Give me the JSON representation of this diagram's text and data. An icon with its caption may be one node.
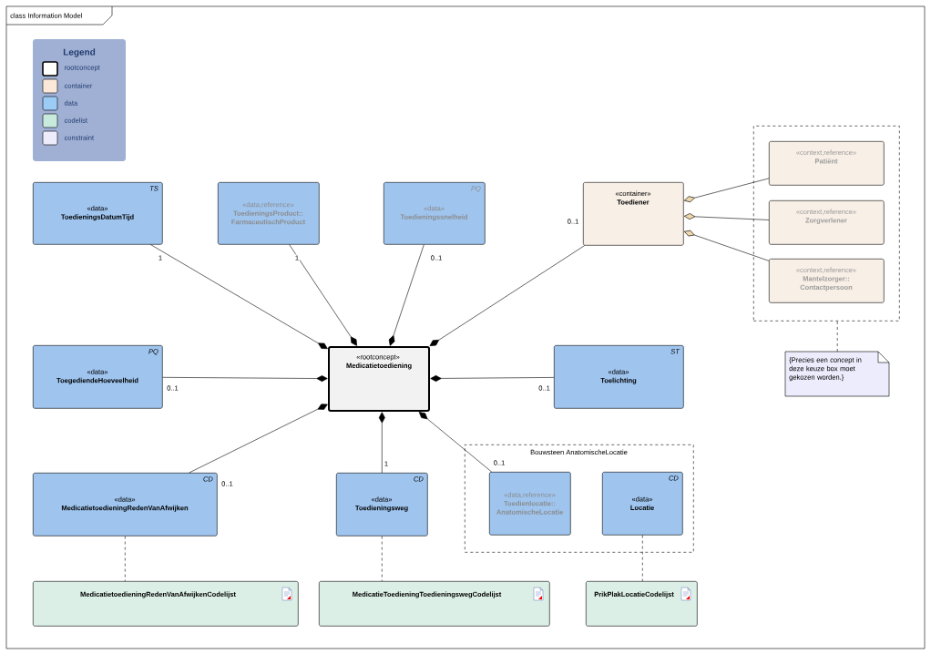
{
  "diagram": {
    "title": "class Information Model",
    "nodes": [
      {
        "text": [
          "«data»",
          "ToedieningsDatumTijd",
          "TS"
        ]
      },
      {
        "text": [
          "«data,reference»",
          "ToedieningsProduct:: FarmaceutischProduct"
        ]
      },
      {
        "text": [
          "«data»",
          "Toedieningssnelheid",
          "PQ"
        ]
      },
      {
        "text": [
          "«container»",
          "Toediener"
        ]
      },
      {
        "text": [],
        "shape": "box"
      },
      {
        "text": [
          "«context,reference»",
          "Patiënt"
        ],
        "in": 4
      },
      {
        "text": [
          "«context,reference»",
          "Zorgverlener"
        ],
        "in": 4
      },
      {
        "text": [
          "«context,reference»",
          "Mantelzorger:: Contactpersoon"
        ],
        "in": 4
      },
      {
        "text": [
          "«data»",
          "ToegediendeHoeveelheid",
          "PQ"
        ]
      },
      {
        "text": [
          "«rootconcept»",
          "Medicatietoediening"
        ]
      },
      {
        "text": [
          "«data»",
          "Toelichting",
          "ST"
        ]
      },
      {
        "text": [
          "{Precies een concept in deze keuze box moet gekozen worden.}"
        ]
      },
      {
        "text": [
          "Bouwsteen AnatomischeLocatie"
        ]
      },
      {
        "text": [
          "«data»",
          "MedicatietoedieningRedenVanAfwijken",
          "CD"
        ]
      },
      {
        "text": [
          "«data»",
          "Toedieningsweg",
          "CD"
        ]
      },
      {
        "text": [
          "«data,reference»",
          "Toedienlocatie:: AnatomischeLocatie"
        ],
        "in": 12
      },
      {
        "text": [
          "«data»",
          "Locatie",
          "CD"
        ],
        "in": 12
      },
      {
        "text": [
          "MedicatietoedieningRedenVanAfwijkenCodelijst"
        ]
      },
      {
        "text": [
          "MedicatieToedieningToedieningswegCodelijst"
        ]
      },
      {
        "text": [
          "PrikPlakLocatieCodelijst"
        ]
      }
    ],
    "edges": [
      {
        "from": 0,
        "to": 9,
        "arrow": "other",
        "label": "1"
      },
      {
        "from": 1,
        "to": 9,
        "arrow": "other",
        "label": "1"
      },
      {
        "from": 2,
        "to": 9,
        "arrow": "other",
        "label": "0..1"
      },
      {
        "from": 3,
        "to": 9,
        "arrow": "other",
        "label": "0..1"
      },
      {
        "from": 8,
        "to": 9,
        "arrow": "other",
        "label": "0..1"
      },
      {
        "from": 10,
        "to": 9,
        "arrow": "other",
        "label": "0..1"
      },
      {
        "from": 13,
        "to": 9,
        "arrow": "other",
        "label": "0..1"
      },
      {
        "from": 14,
        "to": 9,
        "arrow": "other",
        "label": "1"
      },
      {
        "from": 15,
        "to": 9,
        "arrow": "other",
        "label": "0..1"
      },
      {
        "from": 5,
        "to": 3,
        "arrow": "other"
      },
      {
        "from": 6,
        "to": 3,
        "arrow": "other"
      },
      {
        "from": 7,
        "to": 3,
        "arrow": "other"
      },
      {
        "from": 11,
        "to": 4,
        "arrow": "none",
        "style": "dashed"
      },
      {
        "from": 13,
        "to": 17,
        "arrow": "none",
        "style": "dashed"
      },
      {
        "from": 14,
        "to": 18,
        "arrow": "none",
        "style": "dashed"
      },
      {
        "from": 16,
        "to": 19,
        "arrow": "none",
        "style": "dashed"
      }
    ],
    "labels": [
      "Legend"
    ],
    "legend": [
      {
        "text": "rootconcept",
        "color": "#ffffff"
      },
      {
        "text": "container",
        "color": "#fbe8d8"
      },
      {
        "text": "data",
        "color": "#9ccbf5"
      },
      {
        "text": "codelist",
        "color": "#c8eadc"
      },
      {
        "text": "constraint",
        "color": "#ececfc"
      }
    ]
  }
}
